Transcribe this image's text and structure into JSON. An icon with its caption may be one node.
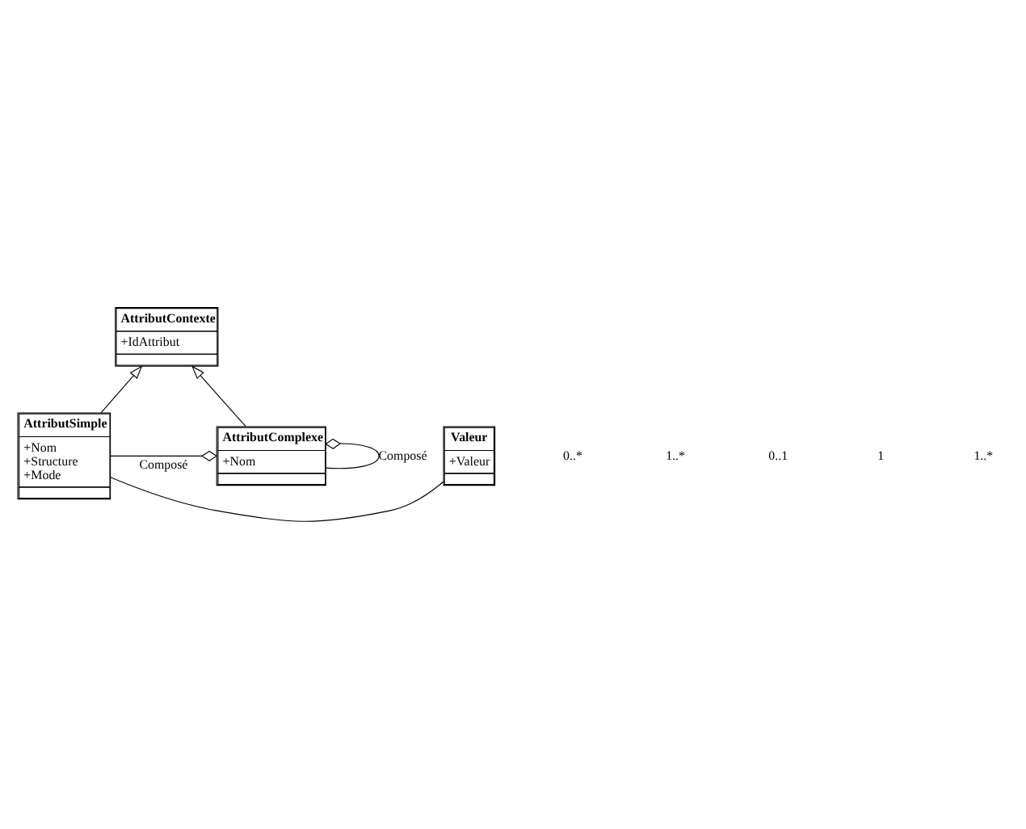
{
  "diagram": {
    "nodes": [
      {
        "text": [
          "AttributContexte",
          "+IdAttribut"
        ]
      },
      {
        "text": [
          "AttributSimple",
          "+Nom",
          "+Structure",
          "+Mode"
        ]
      },
      {
        "text": [
          "AttributComplexe",
          "+Nom"
        ]
      },
      {
        "text": [
          "Valeur",
          "+Valeur"
        ]
      }
    ],
    "edges": [
      {
        "from": 1,
        "to": 0,
        "arrow": "to"
      },
      {
        "from": 2,
        "to": 0,
        "arrow": "to"
      },
      {
        "from": 1,
        "to": 2,
        "arrow": "other",
        "label": "Composé"
      },
      {
        "from": 2,
        "to": 2,
        "arrow": "other",
        "label": "Composé"
      },
      {
        "from": 1,
        "to": 3,
        "arrow": "none"
      }
    ],
    "labels": [
      "0..*",
      "1..*",
      "0..1",
      "1",
      "1..*"
    ]
  }
}
